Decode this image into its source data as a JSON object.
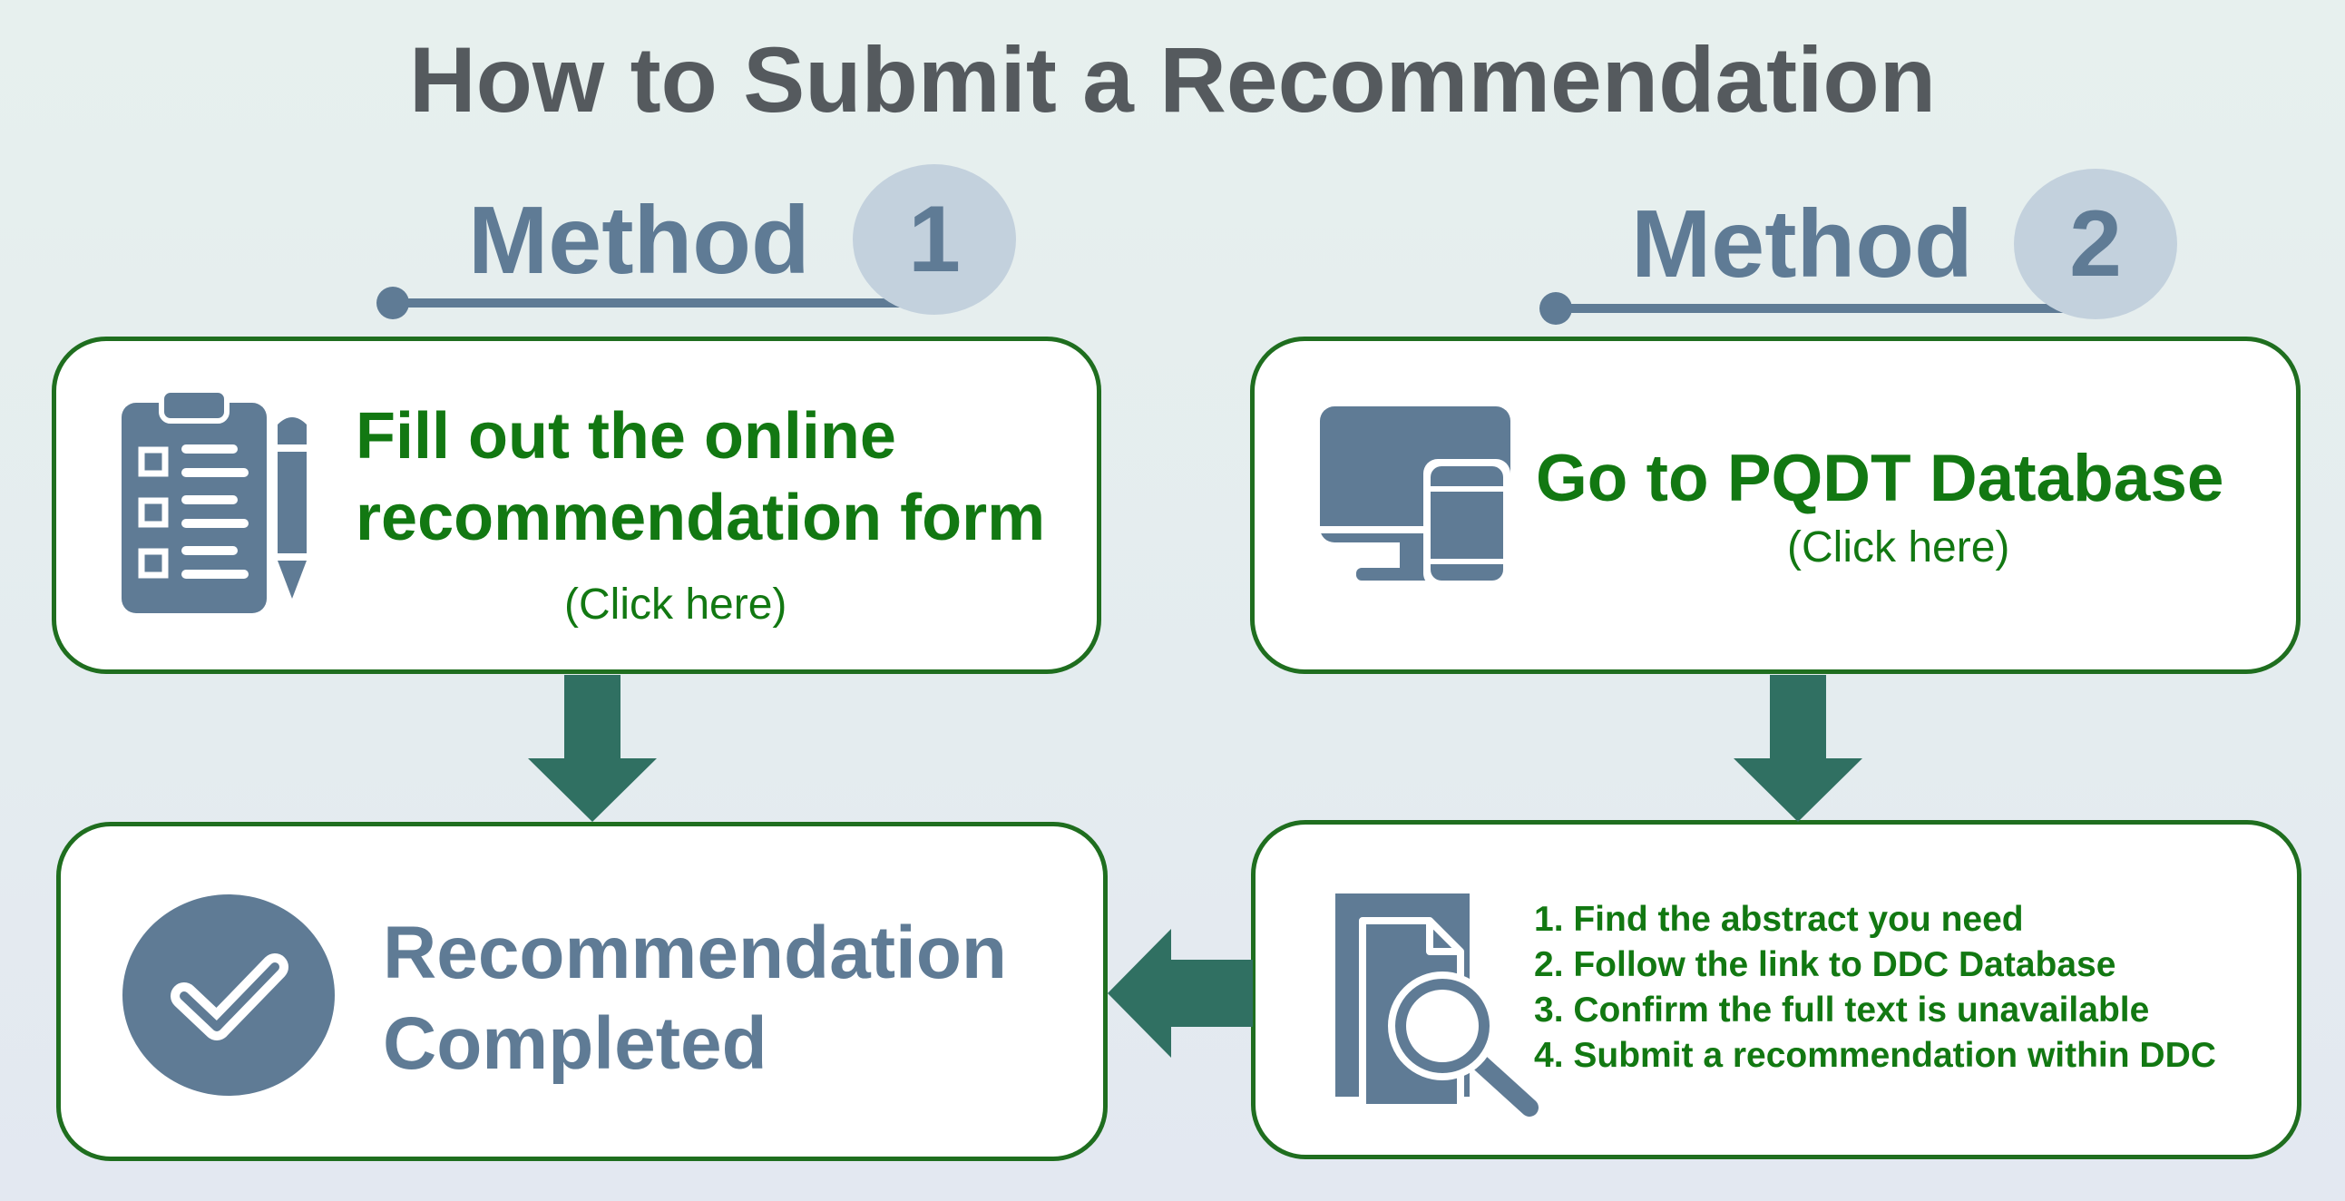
{
  "title": "How to Submit a Recommendation",
  "colors": {
    "accent_slate": "#5f7b95",
    "badge_circle": "#c3d1dd",
    "green_text": "#127812",
    "card_border": "#1f6e1f",
    "arrow": "#307062",
    "title_gray": "#555a5e"
  },
  "method1": {
    "label": "Method",
    "number": "1",
    "card": {
      "icon": "clipboard-checklist-pencil-icon",
      "heading_line1": "Fill out the online",
      "heading_line2": "recommendation form",
      "link_text": "(Click here)"
    }
  },
  "method2": {
    "label": "Method",
    "number": "2",
    "card": {
      "icon": "monitor-phone-icon",
      "heading": "Go to PQDT Database",
      "link_text": "(Click here)"
    },
    "steps_card": {
      "icon": "document-search-icon",
      "steps": [
        "1. Find the abstract you need",
        "2. Follow the link to DDC Database",
        "3. Confirm the full text is unavailable",
        "4. Submit a recommendation within DDC"
      ]
    }
  },
  "completed": {
    "icon": "check-circle-icon",
    "line1": "Recommendation",
    "line2": "Completed"
  }
}
